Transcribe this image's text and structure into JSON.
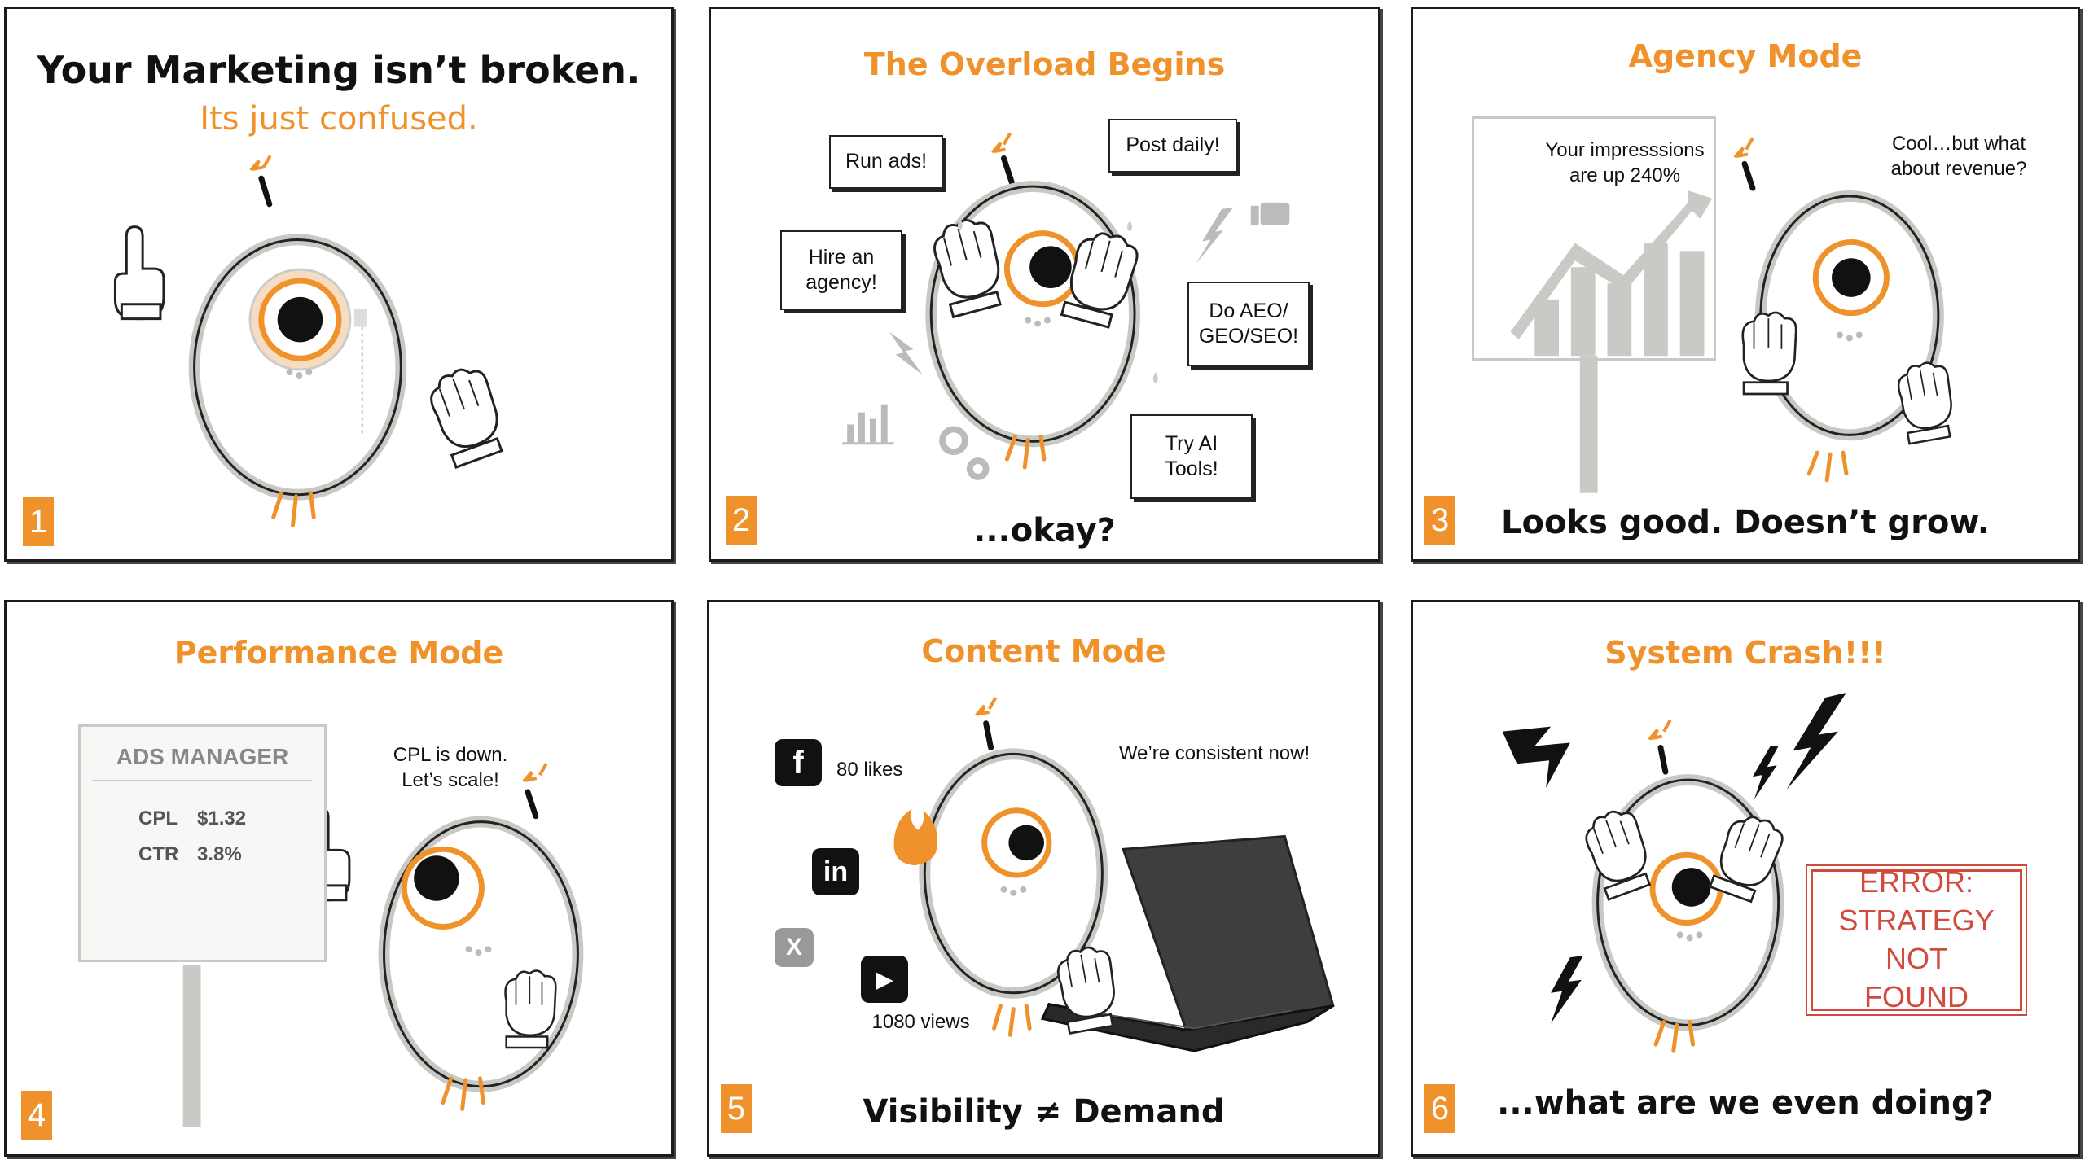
{
  "colors": {
    "accent": "#f0922b",
    "border": "#1a1a1a",
    "error": "#d24a3c",
    "muted": "#c8cbc5"
  },
  "panels": [
    {
      "number": "1",
      "title": "Your Marketing isn’t broken.",
      "subtitle": "Its just confused."
    },
    {
      "number": "2",
      "title": "The Overload Begins",
      "caption": "...okay?",
      "bubbles": [
        "Run ads!",
        "Post daily!",
        "Hire an agency!",
        "Do AEO/ GEO/SEO!",
        "Try AI Tools!"
      ]
    },
    {
      "number": "3",
      "title": "Agency Mode",
      "caption": "Looks good. Doesn’t grow.",
      "board_text": "Your impresssions are up 240%",
      "speech": "Cool…but what about revenue?"
    },
    {
      "number": "4",
      "title": "Performance Mode",
      "board_heading": "ADS MANAGER",
      "metrics": [
        {
          "label": "CPL",
          "value": "$1.32"
        },
        {
          "label": "CTR",
          "value": "3.8%"
        }
      ],
      "speech": "CPL is down. Let’s scale!"
    },
    {
      "number": "5",
      "title": "Content Mode",
      "caption": "Visibility ≠ Demand",
      "speech": "We’re consistent now!",
      "stats": {
        "facebook": "80 likes",
        "youtube": "1080 views"
      }
    },
    {
      "number": "6",
      "title": "System Crash!!!",
      "caption": "...what are we even doing?",
      "error": "ERROR: STRATEGY NOT FOUND"
    }
  ]
}
